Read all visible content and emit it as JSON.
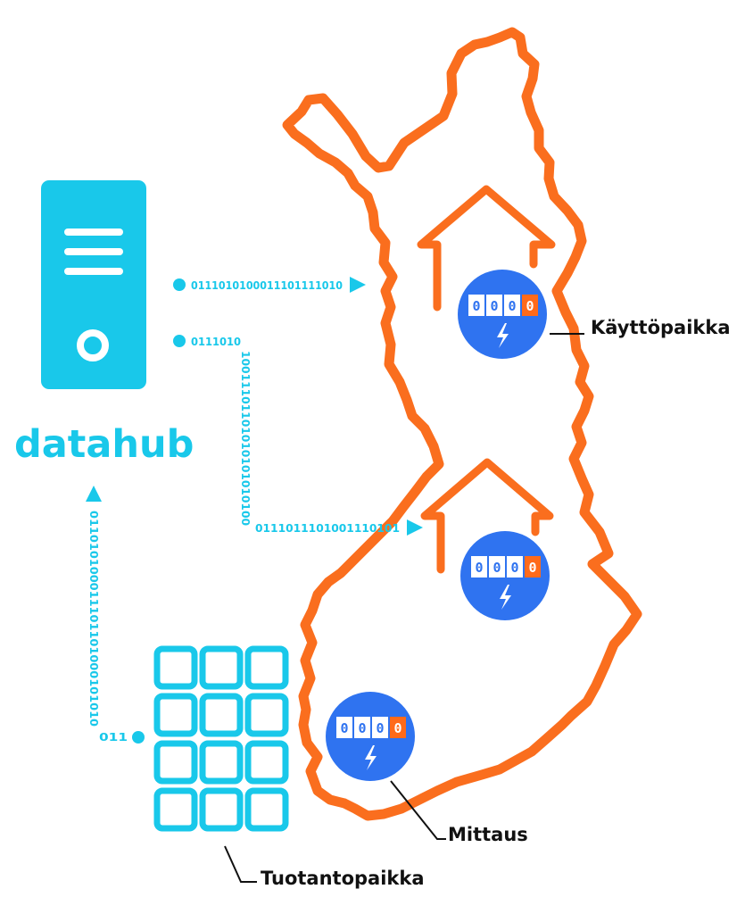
{
  "brand": {
    "name": "datahub"
  },
  "labels": {
    "consumption_site": "Käyttöpaikka",
    "measurement": "Mittaus",
    "production_site": "Tuotantopaikka"
  },
  "data_streams": {
    "to_north_site": "0111010100011101111010",
    "to_south_site_part1": "0111010",
    "to_south_site_part2": "10011101101010101010100",
    "to_south_site_part3": "0111011101001110101",
    "from_production_prefix": "011",
    "from_production": "011010100011101101000101010"
  },
  "meter": {
    "digits": [
      "0",
      "0",
      "0",
      "0"
    ]
  },
  "colors": {
    "datahub": "#19c8ea",
    "country_outline": "#fa6e1e",
    "meter": "#2f73f0",
    "meter_highlight": "#ff6a1a",
    "text": "#111111"
  },
  "icons": [
    "server-icon",
    "house-icon",
    "electricity-meter-icon",
    "lightning-bolt-icon",
    "solar-panel-grid-icon",
    "arrow-head-icon"
  ]
}
